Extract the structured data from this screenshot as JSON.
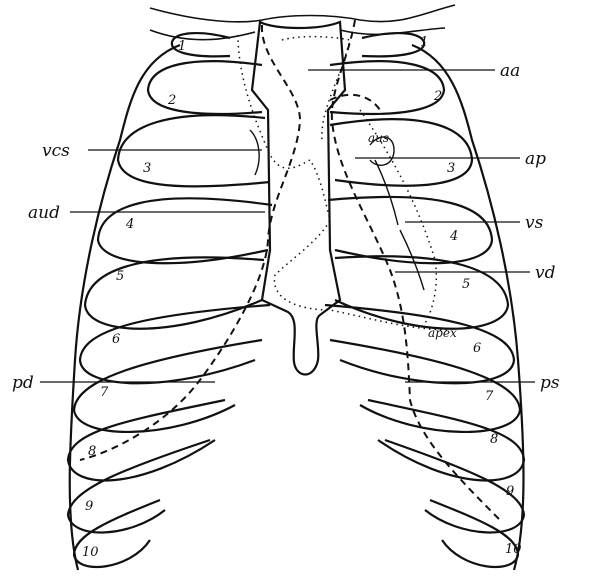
{
  "labels": {
    "aa": "aa",
    "ap": "ap",
    "vs": "vs",
    "vd": "vd",
    "ps": "ps",
    "vcs": "vcs",
    "aud": "aud",
    "pd": "pd",
    "aus": "aus",
    "apex": "apex"
  },
  "rib_numbers_left": [
    "1",
    "2",
    "3",
    "4",
    "5",
    "6",
    "7",
    "8",
    "9",
    "10"
  ],
  "rib_numbers_right": [
    "1",
    "2",
    "3",
    "4",
    "5",
    "6",
    "7",
    "8",
    "9",
    "10"
  ]
}
